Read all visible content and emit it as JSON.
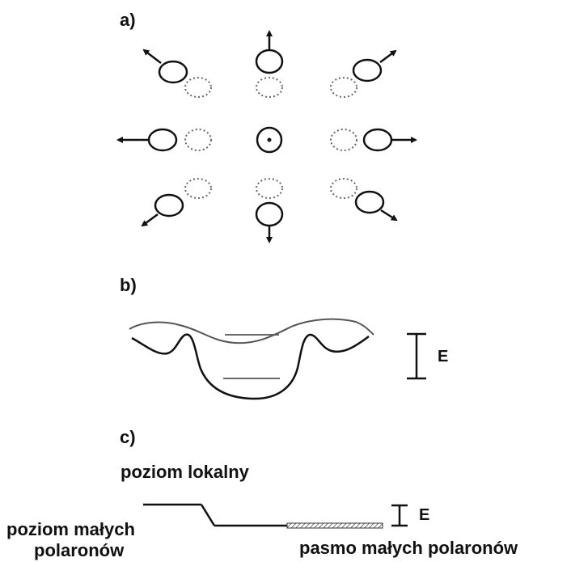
{
  "panels": {
    "a": "a)",
    "b": "b)",
    "c": "c)"
  },
  "energy_label_b": "E",
  "energy_label_c": "E",
  "labels": {
    "local_level": "poziom lokalny",
    "small_polaron_level_line1": "poziom małych",
    "small_polaron_level_line2": "polaronów",
    "small_polaron_band": "pasmo małych polaronów"
  },
  "colors": {
    "ink": "#111111",
    "curve_light": "#555555",
    "dotted": "#666666"
  }
}
